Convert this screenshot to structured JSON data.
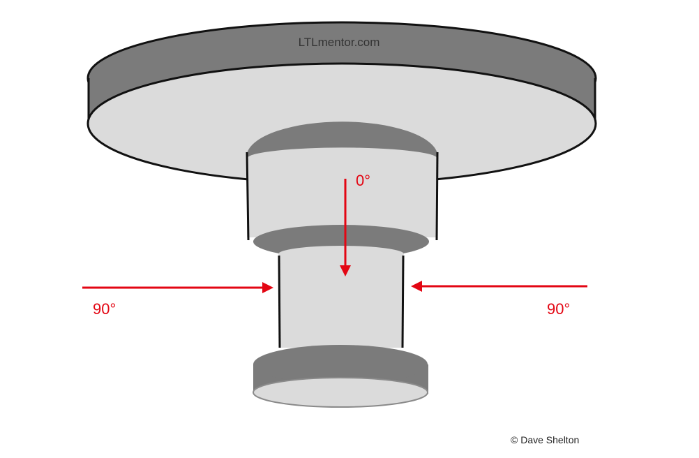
{
  "diagram": {
    "site_label": "LTLmentor.com",
    "angle_top": "0°",
    "angle_left": "90°",
    "angle_right": "90°",
    "copyright": "© Dave Shelton"
  },
  "colors": {
    "arrow": "#e30613",
    "dark_gray": "#7b7b7b",
    "light_gray": "#dbdbdb",
    "outline": "#111111"
  }
}
